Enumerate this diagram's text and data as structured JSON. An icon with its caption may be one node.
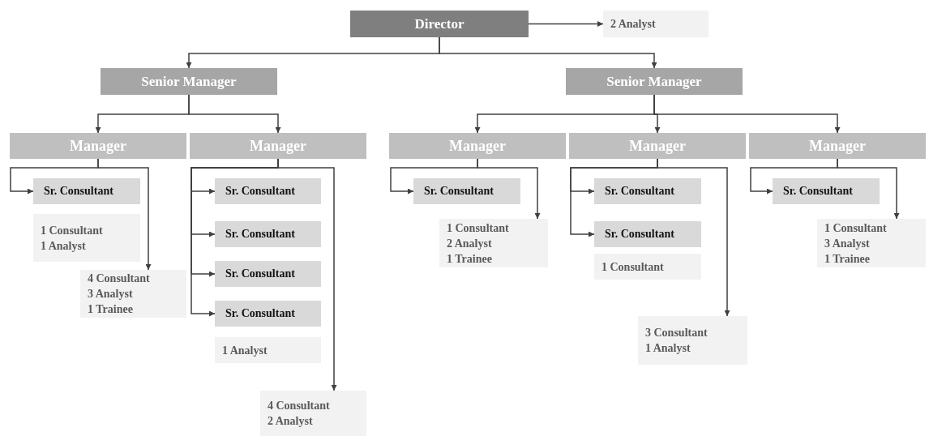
{
  "diagram": {
    "nodes": [
      {
        "text": [
          "Director"
        ]
      },
      {
        "text": [
          "2 Analyst"
        ]
      },
      {
        "text": [
          "Senior Manager"
        ]
      },
      {
        "text": [
          "Senior Manager"
        ]
      },
      {
        "text": [
          "Manager"
        ]
      },
      {
        "text": [
          "Manager"
        ]
      },
      {
        "text": [
          "Manager"
        ]
      },
      {
        "text": [
          "Manager"
        ]
      },
      {
        "text": [
          "Manager"
        ]
      },
      {
        "text": [
          "Sr. Consultant"
        ]
      },
      {
        "text": [
          "1 Consultant",
          "1 Analyst"
        ]
      },
      {
        "text": [
          "4 Consultant",
          "3 Analyst",
          "1 Trainee"
        ]
      },
      {
        "text": [
          "Sr. Consultant"
        ]
      },
      {
        "text": [
          "Sr. Consultant"
        ]
      },
      {
        "text": [
          "Sr. Consultant"
        ]
      },
      {
        "text": [
          "Sr. Consultant"
        ]
      },
      {
        "text": [
          "1 Analyst"
        ]
      },
      {
        "text": [
          "4 Consultant",
          "2 Analyst"
        ]
      },
      {
        "text": [
          "Sr. Consultant"
        ]
      },
      {
        "text": [
          "1 Consultant",
          "2 Analyst",
          "1 Trainee"
        ]
      },
      {
        "text": [
          "Sr. Consultant"
        ]
      },
      {
        "text": [
          "Sr. Consultant"
        ]
      },
      {
        "text": [
          "1 Consultant"
        ]
      },
      {
        "text": [
          "3 Consultant",
          "1 Analyst"
        ]
      },
      {
        "text": [
          "Sr. Consultant"
        ]
      },
      {
        "text": [
          "1 Consultant",
          "3 Analyst",
          "1 Trainee"
        ]
      }
    ],
    "edges": [
      {
        "from": 0,
        "to": 1,
        "arrow": "to"
      },
      {
        "from": 0,
        "to": 2,
        "arrow": "to"
      },
      {
        "from": 0,
        "to": 3,
        "arrow": "to"
      },
      {
        "from": 2,
        "to": 4,
        "arrow": "to"
      },
      {
        "from": 2,
        "to": 5,
        "arrow": "to"
      },
      {
        "from": 3,
        "to": 6,
        "arrow": "to"
      },
      {
        "from": 3,
        "to": 7,
        "arrow": "to"
      },
      {
        "from": 3,
        "to": 8,
        "arrow": "to"
      },
      {
        "from": 4,
        "to": 9,
        "arrow": "to"
      },
      {
        "from": 4,
        "to": 11,
        "arrow": "to"
      },
      {
        "from": 5,
        "to": 12,
        "arrow": "to"
      },
      {
        "from": 5,
        "to": 13,
        "arrow": "to"
      },
      {
        "from": 5,
        "to": 14,
        "arrow": "to"
      },
      {
        "from": 5,
        "to": 15,
        "arrow": "to"
      },
      {
        "from": 5,
        "to": 17,
        "arrow": "to"
      },
      {
        "from": 6,
        "to": 18,
        "arrow": "to"
      },
      {
        "from": 6,
        "to": 19,
        "arrow": "to"
      },
      {
        "from": 7,
        "to": 20,
        "arrow": "to"
      },
      {
        "from": 7,
        "to": 21,
        "arrow": "to"
      },
      {
        "from": 7,
        "to": 23,
        "arrow": "to"
      },
      {
        "from": 8,
        "to": 24,
        "arrow": "to"
      },
      {
        "from": 8,
        "to": 25,
        "arrow": "to"
      }
    ]
  }
}
